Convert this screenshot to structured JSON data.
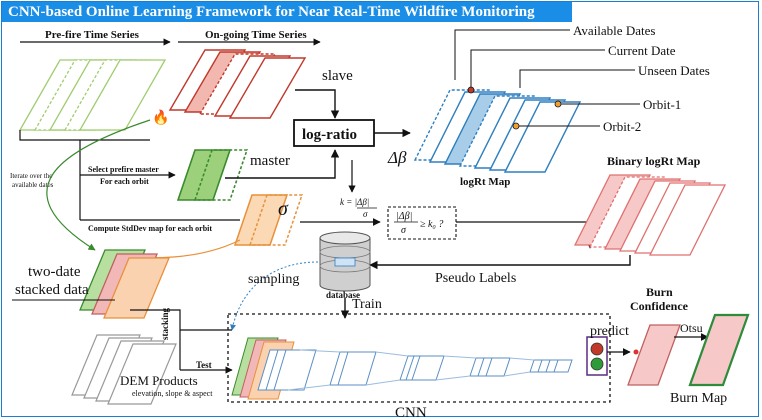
{
  "title": "CNN-based Online Learning Framework for Near Real-Time Wildfire Monitoring",
  "labels": {
    "prefire": "Pre-fire Time Series",
    "ongoing": "On-going Time Series",
    "slave": "slave",
    "master": "master",
    "logratio": "log-ratio",
    "delta_beta": "Δβ",
    "sigma": "σ",
    "select_master_1": "Select prefire master",
    "select_master_2": "For each orbit",
    "iterate_1": "Iterate over the",
    "iterate_2": "available dates",
    "compute_std": "Compute StdDev map for each orbit",
    "available_dates": "Available Dates",
    "current_date": "Current Date",
    "unseen_dates": "Unseen Dates",
    "orbit1": "Orbit-1",
    "orbit2": "Orbit-2",
    "logrt_map": "logRt Map",
    "k_formula_left": "k = |Δβ|",
    "k_formula_den": "σ",
    "threshold_num": "|Δβ|",
    "threshold_den": "σ",
    "threshold_rest": "≥ k₀ ?",
    "binary_map": "Binary logRt Map",
    "pseudo_labels": "Pseudo Labels",
    "database": "database",
    "sampling": "sampling",
    "train": "Train",
    "two_date_1": "two-date",
    "two_date_2": "stacked data",
    "stacking": "stacking",
    "test": "Test",
    "dem_products": "DEM Products",
    "dem_sub": "elevation, slope & aspect",
    "cnn": "CNN",
    "predict": "predict",
    "burn_conf_1": "Burn",
    "burn_conf_2": "Confidence",
    "otsu": "Otsu",
    "burn_map": "Burn Map"
  },
  "colors": {
    "title_bg": "#1a8de6",
    "prefire": "#9fcc6e",
    "ongoing": "#c0392b",
    "master_green": "#3a8a2e",
    "sigma_orange": "#e8903a",
    "logrt_blue": "#2f7fc0",
    "binary_pink": "#e07070",
    "burn_green": "#2e8b3a"
  }
}
